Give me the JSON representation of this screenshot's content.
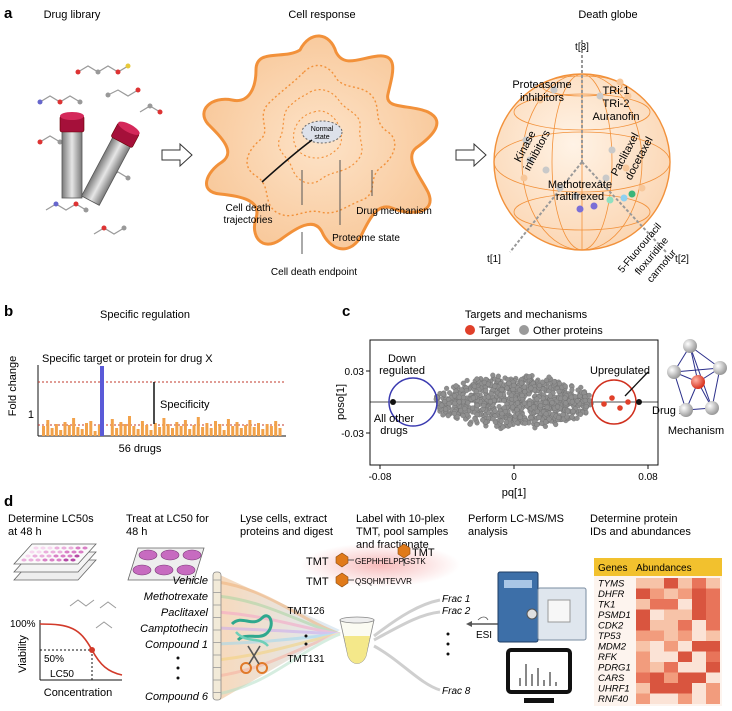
{
  "panel_a": {
    "letter": "a",
    "drug_library_title": "Drug library",
    "cell_response_title": "Cell response",
    "death_globe_title": "Death globe",
    "normal_state_1": "Normal",
    "normal_state_2": "state",
    "cell_death_traj_1": "Cell death",
    "cell_death_traj_2": "trajectories",
    "drug_mechanism": "Drug mechanism",
    "proteome_state": "Proteome state",
    "cell_death_endpoint": "Cell death endpoint",
    "axis_t3": "t[3]",
    "axis_t1": "t[1]",
    "axis_t2": "t[2]",
    "proteasome_1": "Proteasome",
    "proteasome_2": "inhibitors",
    "tri_1": "TRi-1",
    "tri_2": "TRi-2",
    "auranofin": "Auranofin",
    "kinase_1": "Kinase",
    "kinase_2": "inhibitors",
    "paclitaxel_1": "Paclitaxel",
    "paclitaxel_2": "docetaxel",
    "methotrexate_1": "Methotrexate",
    "methotrexate_2": "raltifrexed",
    "fu_1": "5-Fluorouracil",
    "fu_2": "floxuridine",
    "fu_3": "carmofur"
  },
  "panel_b": {
    "letter": "b",
    "title": "Specific regulation",
    "target_label": "Specific target or protein for drug X",
    "specificity": "Specificity",
    "ylabel": "Fold change",
    "ytick": "1",
    "xlabel": "56 drugs"
  },
  "panel_c": {
    "letter": "c",
    "title": "Targets and mechanisms",
    "legend_target": "Target",
    "legend_other": "Other proteins",
    "down_1": "Down",
    "down_2": "regulated",
    "up": "Upregulated",
    "all_other_1": "All other",
    "all_other_2": "drugs",
    "drug_x": "Drug X",
    "mechanism": "Mechanism",
    "ylabel": "poso[1]",
    "xlabel": "pq[1]",
    "yticks": [
      "0.03",
      "-0.03"
    ],
    "xticks": [
      "-0.08",
      "0",
      "0.08"
    ],
    "colors": {
      "target": "#e0402a",
      "other": "#9a9a9a"
    }
  },
  "panel_d": {
    "letter": "d",
    "step1_1": "Determine LC50s",
    "step1_2": "at 48 h",
    "step2_1": "Treat at LC50 for",
    "step2_2": "48 h",
    "step3_1": "Lyse cells, extract",
    "step3_2": "proteins and digest",
    "step4_1": "Label with 10-plex",
    "step4_2": "TMT, pool samples",
    "step4_3": "and fractionate",
    "step5_1": "Perform LC-MS/MS",
    "step5_2": "analysis",
    "step6_1": "Determine protein",
    "step6_2": "IDs and abundances",
    "viability": "Viability",
    "concentration": "Concentration",
    "pct100": "100%",
    "pct50": "50%",
    "lc50": "LC50",
    "treatments": [
      "Vehicle",
      "Methotrexate",
      "Paclitaxel",
      "Camptothecin",
      "Compound 1"
    ],
    "compound6": "Compound 6",
    "tmt": "TMT",
    "peptide1": "GEPHHELPPGSTK",
    "peptide2": "QSQHMTEVVR",
    "tmt126": "TMT126",
    "tmt131": "TMT131",
    "fracs": [
      "Frac 1",
      "Frac 2"
    ],
    "frac8": "Frac 8",
    "esi": "ESI",
    "genes_header": "Genes",
    "abund_header": "Abundances",
    "genes": [
      "TYMS",
      "DHFR",
      "TK1",
      "PSMD1",
      "CDK2",
      "TP53",
      "MDM2",
      "RFK",
      "PDRG1",
      "CARS",
      "UHRF1",
      "RNF40"
    ]
  }
}
